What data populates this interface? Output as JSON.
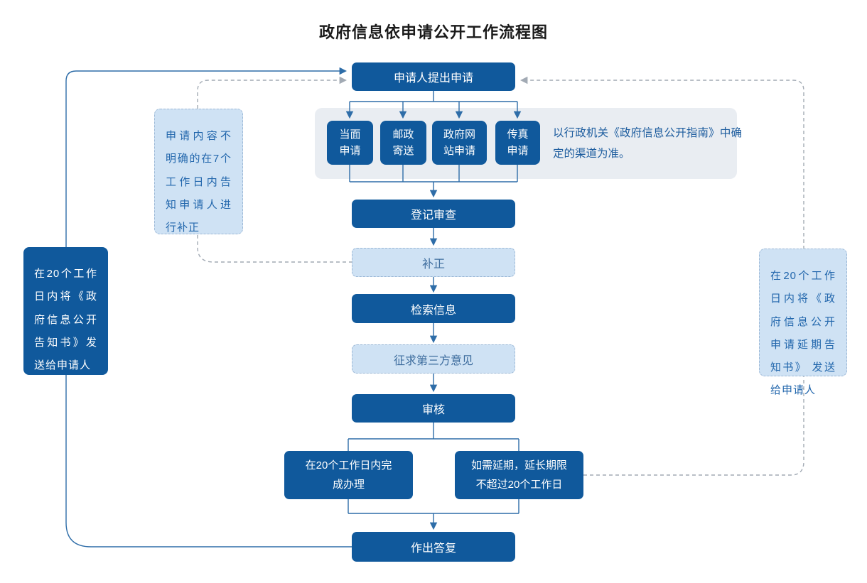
{
  "title": "政府信息依申请公开工作流程图",
  "flow": {
    "apply": "申请人提出申请",
    "channels": [
      "当面申请",
      "邮政寄送",
      "政府网站申请",
      "传真申请"
    ],
    "channels_note": "以行政机关《政府信息公开指南》中确定的渠道为准。",
    "register": "登记审查",
    "correction": "补正",
    "search": "检索信息",
    "third_party": "征求第三方意见",
    "review": "审核",
    "complete": "在20个工作日内完成办理",
    "extension": "如需延期，延长期限不超过20个工作日",
    "reply": "作出答复"
  },
  "side_notes": {
    "reply_notice": "在20个工作日内将《政府信息公开告知书》发送给申请人",
    "correction_notice": "申请内容不明确的在7个工作日内告知申请人进行补正",
    "extension_notice": "在20个工作日内将《政府信息公开申请延期告知书》 发送给申请人"
  },
  "colors": {
    "node_dark": "#10599c",
    "node_light_fill": "#cfe2f4",
    "node_light_border": "#9cb8d6",
    "panel": "#e9edf2",
    "solid_connector": "#2e6da8",
    "dashed_connector": "#a2aab4",
    "note_text": "#1c5c9e",
    "title_text": "#1a1a1a"
  }
}
